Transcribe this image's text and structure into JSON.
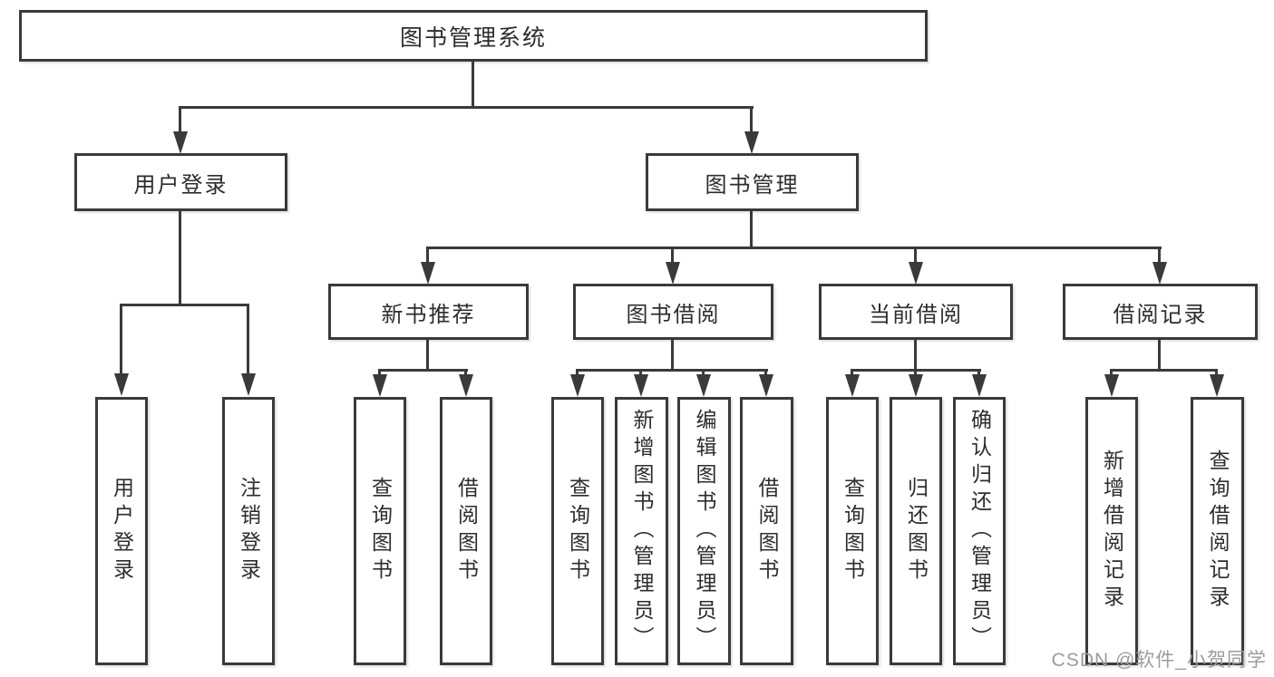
{
  "diagram": {
    "root": {
      "label": "图书管理系统"
    },
    "branches": [
      {
        "label": "用户登录",
        "children": [
          {
            "label": "用户登录"
          },
          {
            "label": "注销登录"
          }
        ]
      },
      {
        "label": "图书管理",
        "children": [
          {
            "label": "新书推荐",
            "children": [
              {
                "label": "查询图书"
              },
              {
                "label": "借阅图书"
              }
            ]
          },
          {
            "label": "图书借阅",
            "children": [
              {
                "label": "查询图书"
              },
              {
                "label": "新增图书（管理员）"
              },
              {
                "label": "编辑图书（管理员）"
              },
              {
                "label": "借阅图书"
              }
            ]
          },
          {
            "label": "当前借阅",
            "children": [
              {
                "label": "查询图书"
              },
              {
                "label": "归还图书"
              },
              {
                "label": "确认归还（管理员）"
              }
            ]
          },
          {
            "label": "借阅记录",
            "children": [
              {
                "label": "新增借阅记录"
              },
              {
                "label": "查询借阅记录"
              }
            ]
          }
        ]
      }
    ]
  },
  "watermark": {
    "text": "CSDN @软件_小贺同学"
  },
  "colors": {
    "line": "#3a3a3a",
    "text": "#2d2d2d",
    "background": "#ffffff",
    "watermark": "#9c9c9c"
  }
}
